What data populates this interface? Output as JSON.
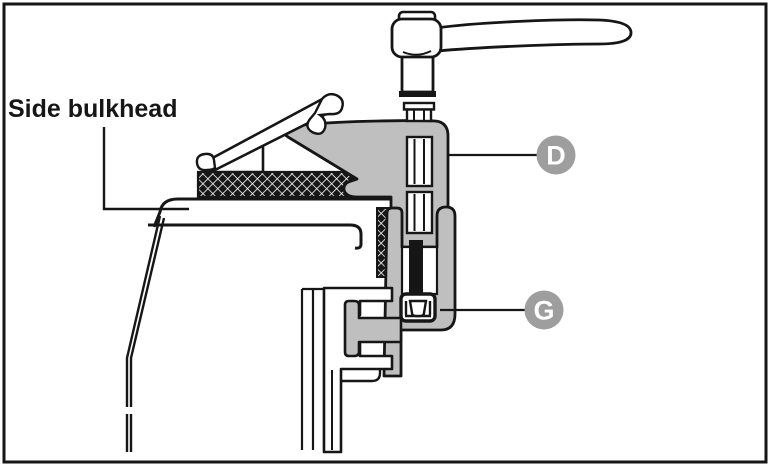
{
  "figure": {
    "bulkhead_label": "Side bulkhead",
    "callout_d": "D",
    "callout_g": "G",
    "colors": {
      "outline": "#161616",
      "clamp_gray": "#bfbfbf",
      "callout_gray": "#9e9e9e",
      "background": "#ffffff"
    }
  }
}
